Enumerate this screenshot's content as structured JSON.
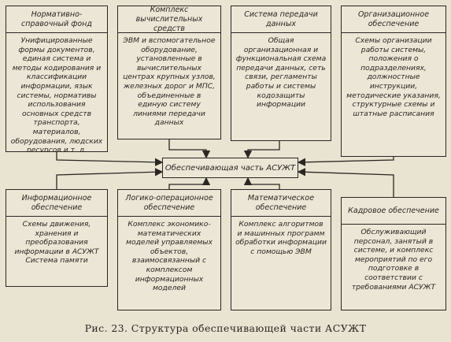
{
  "top_boxes": [
    {
      "title": "Нормативно-справочный фонд",
      "body": "Унифицированные формы документов, единая система и методы кодирования и классификации информации, язык системы, нормативы использования основных средств транспорта, материалов, оборудования, людских ресурсов и т. д."
    },
    {
      "title": "Комплекс вычислительных средств",
      "body": "ЭВМ и вспомогательное оборудование, установленные в вычислительных центрах крупных узлов, железных дорог и МПС, объединенные в единую систему линиями передачи данных"
    },
    {
      "title": "Система передачи данных",
      "body": "Общая организационная и функциональная схема передачи данных, сеть связи, регламенты работы и системы кодозащиты информации"
    },
    {
      "title": "Организационное обеспечение",
      "body": "Схемы организации работы системы, положения о подразделениях, должностные инструкции, методические указания, структурные схемы и штатные расписания"
    }
  ],
  "center_label": "Обеспечивающая часть АСУЖТ",
  "bottom_boxes": [
    {
      "title": "Информационное обеспечение",
      "body": "Схемы движения, хранения и преобразования информации в АСУЖТ Система памяти"
    },
    {
      "title": "Логико-операционное обеспечение",
      "body": "Комплекс экономико-математических моделей управляемых объектов, взаимосвязанный с комплексом информационных моделей"
    },
    {
      "title": "Математическое обеспечение",
      "body": "Комплекс алгоритмов и машинных программ обработки информации с помощью ЭВМ"
    },
    {
      "title": "Кадровое обеспечение",
      "body": "Обслуживающий персонал, занятый в системе, и комплекс мероприятий по его подготовке в соответствии с требованиями АСУЖТ"
    }
  ],
  "caption": "Рис. 23. Структура обеспечивающей части АСУЖТ"
}
